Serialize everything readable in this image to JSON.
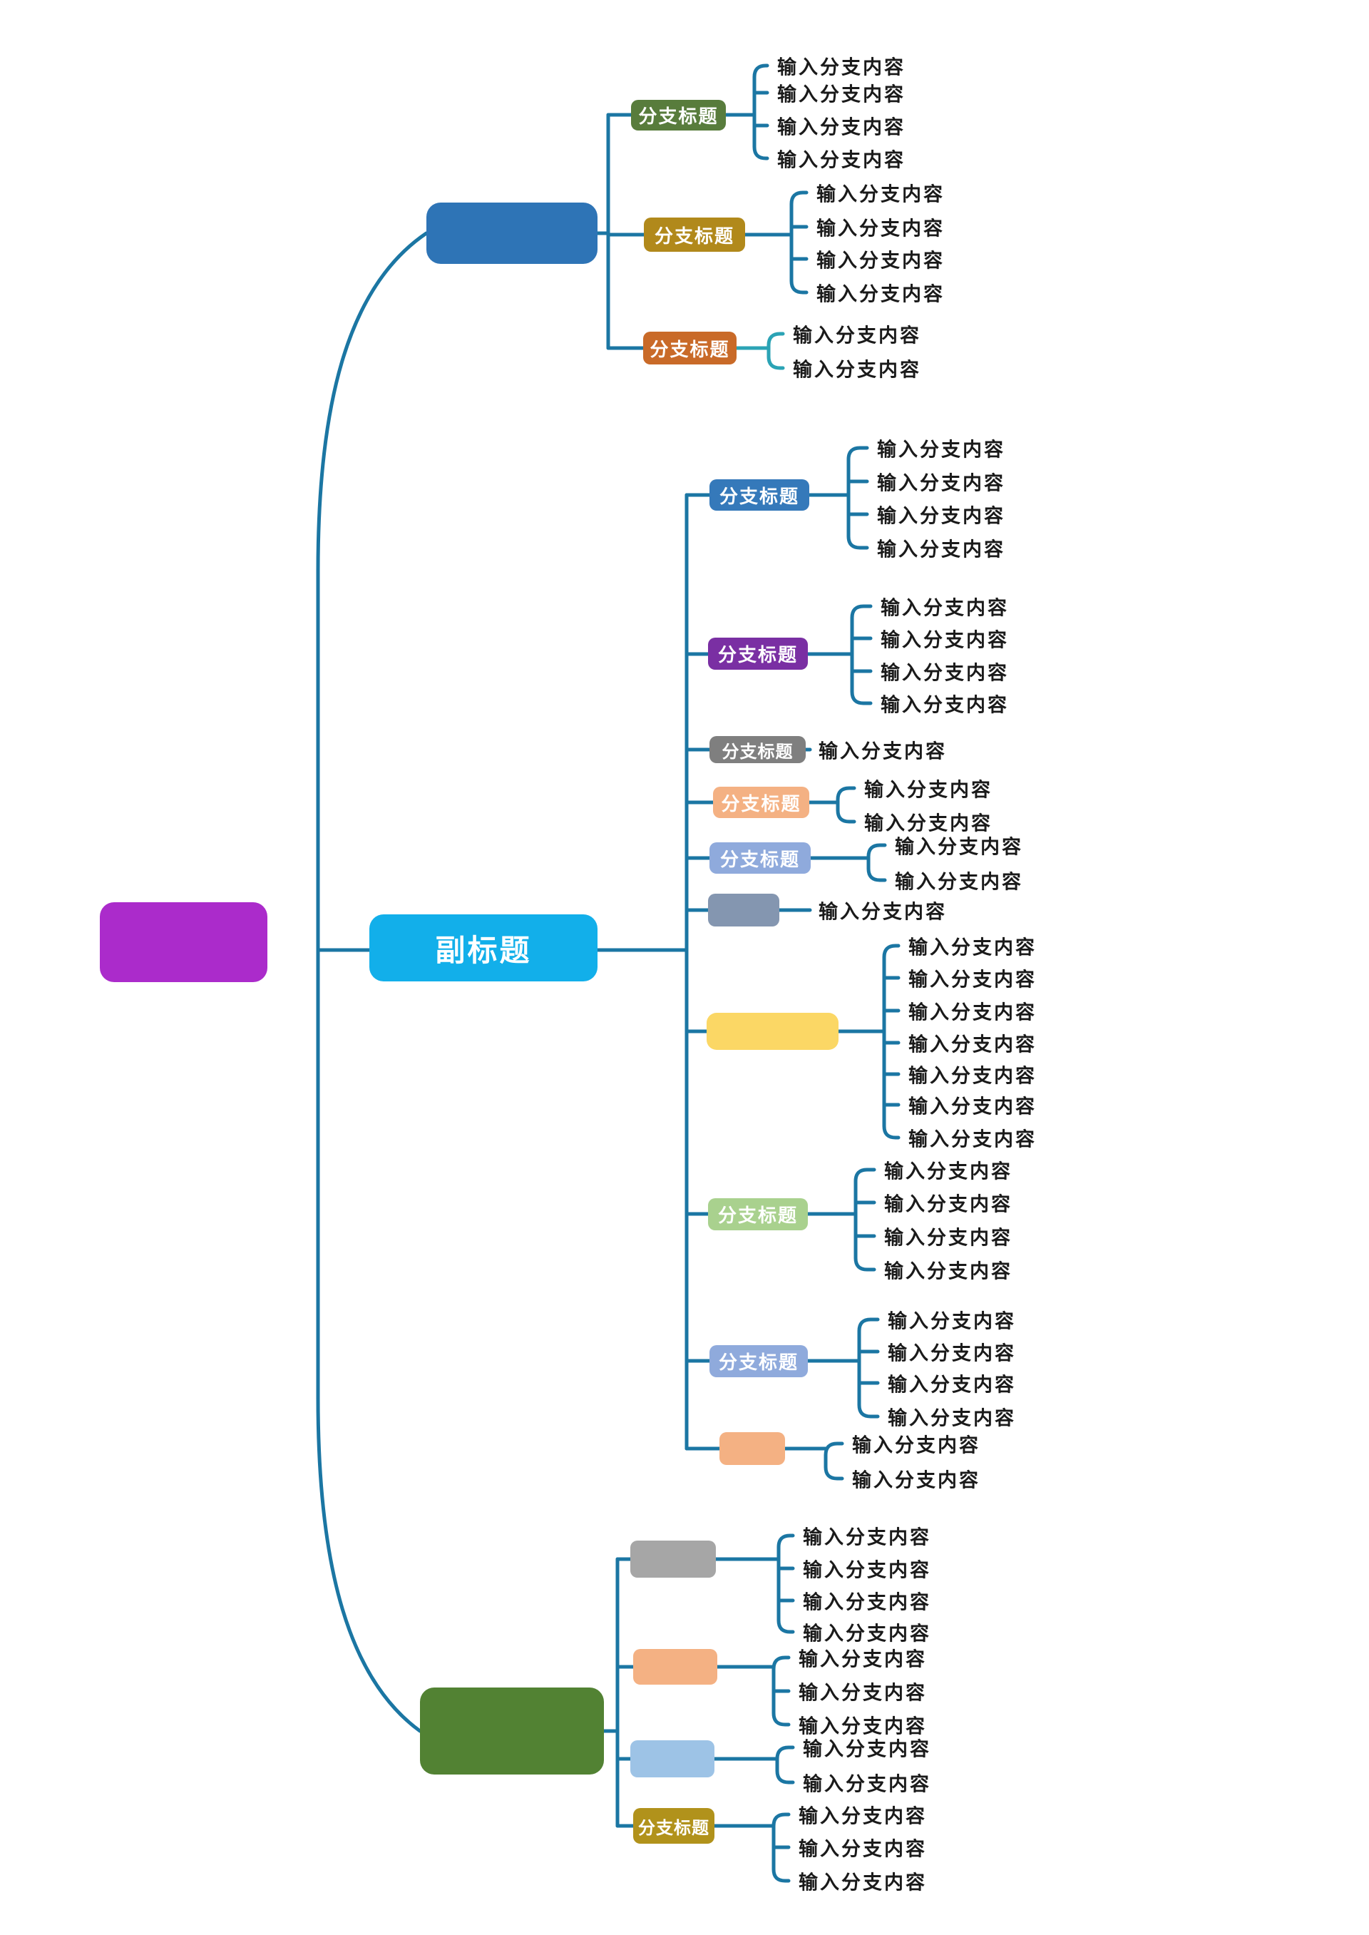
{
  "labels": {
    "root": "",
    "subtitle": "副标题",
    "branch_title": "分支标题",
    "branch_content": "输入分支内容"
  },
  "colors": {
    "line": "#1B76A3",
    "line_teal": "#2BA3B5",
    "root": "#AB2BCB",
    "subtitle": "#12AFEA",
    "top_main": "#2E74B6",
    "bottom_main": "#528233",
    "green": "#587C3C",
    "gold": "#B1891B",
    "orange": "#C96A28",
    "mid_blue": "#3579BA",
    "mid_purple": "#7A2FA3",
    "gray": "#7F7F7F",
    "peach": "#F4B183",
    "periwinkle": "#8FAADC",
    "blue_gray": "#8496B0",
    "yellow": "#FBD765",
    "light_green": "#A9D18E",
    "bottom_gray": "#A6A6A6",
    "light_blue": "#9DC3E6",
    "dark_gold": "#B1921B"
  },
  "tree": {
    "root": {
      "label": "",
      "color": "#AB2BCB"
    },
    "main_branches": [
      {
        "label": "",
        "color": "#2E74B6",
        "children": [
          {
            "label": "分支标题",
            "color": "#587C3C",
            "leaf_count": 4
          },
          {
            "label": "分支标题",
            "color": "#B1891B",
            "leaf_count": 4
          },
          {
            "label": "分支标题",
            "color": "#C96A28",
            "leaf_count": 2
          }
        ]
      },
      {
        "label": "副标题",
        "color": "#12AFEA",
        "children": [
          {
            "label": "分支标题",
            "color": "#3579BA",
            "leaf_count": 4
          },
          {
            "label": "分支标题",
            "color": "#7A2FA3",
            "leaf_count": 4
          },
          {
            "label": "分支标题",
            "color": "#7F7F7F",
            "leaf_count": 1
          },
          {
            "label": "分支标题",
            "color": "#F4B183",
            "leaf_count": 2
          },
          {
            "label": "分支标题",
            "color": "#8FAADC",
            "leaf_count": 2
          },
          {
            "label": "",
            "color": "#8496B0",
            "leaf_count": 1
          },
          {
            "label": "",
            "color": "#FBD765",
            "leaf_count": 7
          },
          {
            "label": "分支标题",
            "color": "#A9D18E",
            "leaf_count": 4
          },
          {
            "label": "分支标题",
            "color": "#8FAADC",
            "leaf_count": 4
          },
          {
            "label": "",
            "color": "#F4B183",
            "leaf_count": 2
          }
        ]
      },
      {
        "label": "",
        "color": "#528233",
        "children": [
          {
            "label": "",
            "color": "#A6A6A6",
            "leaf_count": 4
          },
          {
            "label": "",
            "color": "#F4B183",
            "leaf_count": 3
          },
          {
            "label": "",
            "color": "#9DC3E6",
            "leaf_count": 2
          },
          {
            "label": "分支标题",
            "color": "#B1921B",
            "leaf_count": 3
          }
        ]
      }
    ],
    "leaf_text": "输入分支内容"
  }
}
